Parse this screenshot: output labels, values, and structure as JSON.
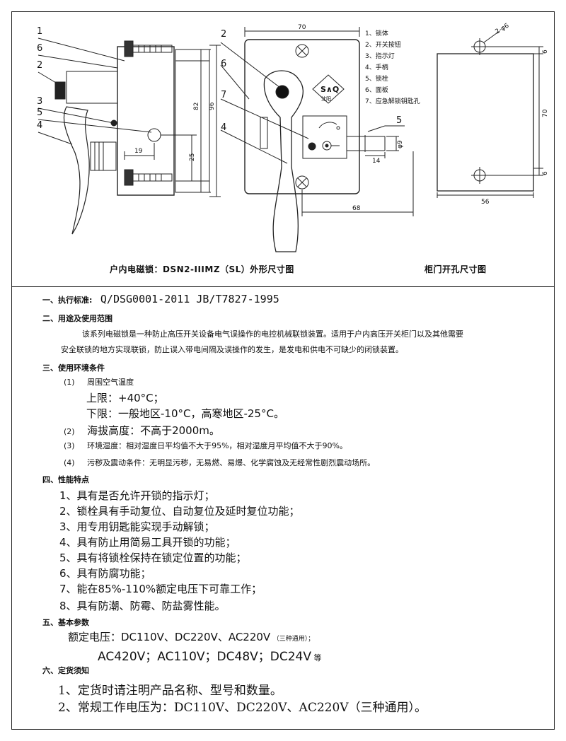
{
  "drawing": {
    "left_callouts": [
      "1",
      "6",
      "2",
      "3",
      "5",
      "4"
    ],
    "left_dims": {
      "w19": "19",
      "h25": "25",
      "h82": "82",
      "h96": "96"
    },
    "front_callouts": [
      "2",
      "6",
      "7",
      "4",
      "5"
    ],
    "front_dims": {
      "w70": "70",
      "w68": "68",
      "d9": "φ9",
      "d14": "14"
    },
    "logo_text": "S∧Q",
    "logo_sub": "沈阳",
    "legend": [
      "1、锁体",
      "2、开关按钮",
      "3、指示灯",
      "4、手柄",
      "5、锁栓",
      "6、面板",
      "7、应急解锁钥匙孔"
    ],
    "right_dims": {
      "holes": "2-φ6",
      "w56": "56",
      "h70": "70",
      "m6a": "6",
      "m6b": "6"
    },
    "caption_left": "户内电磁锁：DSN2-IIIMZ（SL）外形尺寸图",
    "caption_right": "柜门开孔尺寸图"
  },
  "specs": {
    "s1_label": "一、执行标准:",
    "s1_value": "Q/DSG0001-2011   JB/T7827-1995",
    "s2_label": "二、用途及使用范围",
    "s2_p1": "该系列电磁锁是一种防止高压开关设备电气误操作的电控机械联锁装置。适用于户内高压开关柜门以及其他需要",
    "s2_p2": "安全联锁的地方实现联锁，防止误入带电间隔及误操作的发生，是发电和供电不可缺少的闭锁装置。",
    "s3_label": "三、使用环境条件",
    "s3_i1": "(1)",
    "s3_i1_text": "周围空气温度",
    "s3_upper": "上限：+40°C；",
    "s3_lower": "下限：一般地区-10°C，高寒地区-25°C。",
    "s3_i2": "(2)",
    "s3_i2_text": "海拔高度：不高于2000m。",
    "s3_i3": "(3)",
    "s3_i3_text": "环境湿度：相对湿度日平均值不大于95%，相对湿度月平均值不大于90%。",
    "s3_i4": "(4)",
    "s3_i4_text": "污秽及震动条件：无明显污秽，无易燃、易爆、化学腐蚀及无经常性剧烈震动场所。",
    "s4_label": "四、性能特点",
    "s4_items": [
      "1、具有是否允许开锁的指示灯；",
      "2、锁栓具有手动复位、自动复位及延时复位功能；",
      "3、用专用钥匙能实现手动解锁；",
      "4、具有防止用简易工具开锁的功能；",
      "5、具有将锁栓保持在锁定位置的功能；",
      "6、具有防腐功能；",
      "7、能在85%-110%额定电压下可靠工作；",
      "8、具有防潮、防霉、防盐雾性能。"
    ],
    "s5_label": "五、基本参数",
    "s5_line1": "额定电压：DC110V、DC220V、AC220V",
    "s5_line1_note": "（三种通用）；",
    "s5_line2": "AC420V；AC110V；DC48V；DC24V",
    "s5_line2_suffix": "等",
    "s6_label": "六、定货须知",
    "s6_1": "1、定货时请注明产品名称、型号和数量。",
    "s6_2": "2、常规工作电压为：DC110V、DC220V、AC220V（三种通用）。"
  }
}
